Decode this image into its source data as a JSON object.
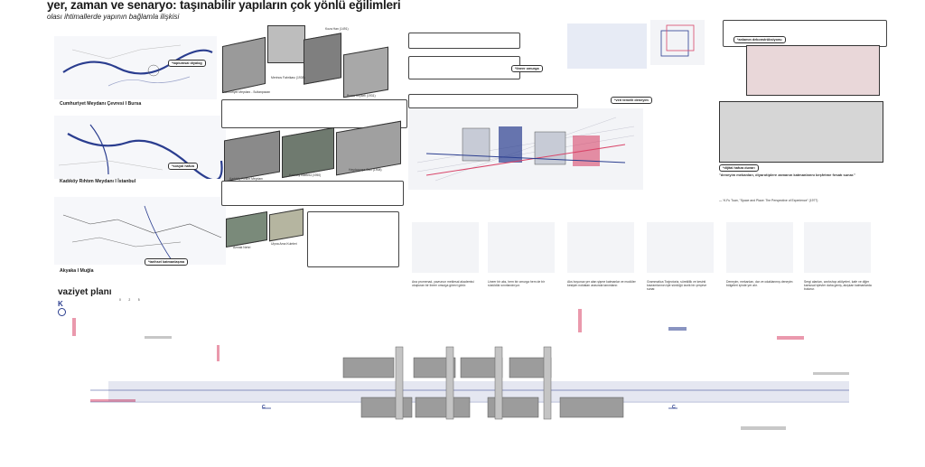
{
  "header": {
    "title": "yer, zaman ve senaryo: taşınabilir yapıların çok yönlü eğilimleri",
    "subtitle": "olası ihtimallerde yapının bağlamla ilişkisi"
  },
  "sites": [
    {
      "label": "Cumhuriyet Meydanı Çevresi I Bursa",
      "tag": "*toplumsal diyalog"
    },
    {
      "label": "Kadıköy Rıhtım Meydanı I İstanbul",
      "tag": "*sosyal hafıza"
    },
    {
      "label": "Akyaka I Muğla",
      "tag": "*tarihsel katmanlaşma"
    }
  ],
  "photos": {
    "row1": [
      "Cumhuriyet Meydanı - Sultanpazarı",
      "Merinos Fabrikası (1938)",
      "Koza Han (1491)",
      "Bursa Heykeli (1931)"
    ],
    "row2": [
      "Kadıköy İskelesi (1950)",
      "Kadıköy Rıhtım Meydanı",
      "Haydarpaşa Garı (1908)"
    ],
    "row3": [
      "Azmak Nehri",
      "Ulyna Ama Kuleleri"
    ]
  },
  "tags": {
    "lineer": "*lineer omurga",
    "veri": "*veri temelli deneyim",
    "arka": "*anlamın dekonstrüksiyonu",
    "dijital": "*dijital hafıza duvarı"
  },
  "steps": [
    "Ana promenad, yavrunun meklesal akademisi oluşturan bir lineer omurga görevi görür.",
    "Lineer bir aks, hem bir omurga hem de bir süzüldük sınırlandırıyor.",
    "Aks boyunca yer alan şişme katmanlar ve modüler kesişim noktaları arasında tanımlanır.",
    "Grammatica Trajectoria, süreklilik ve kesinti kavramlarının işle sürdüğü izorik bir çerçeve sunar.",
    "Deneyim, mekanları, dar ve odaklanmış deneyim bölgeleri içinde yer alır.",
    "Sergi alanları, workshop atölyeleri, kafe ve diğer kamusal işlevler daha geniş, akışkan katmanlarda bulunur."
  ],
  "quote": "\"deneyim mekanları, diyarotiplere zamanın katmanlarını keşfetme fırsatı sunar.\"",
  "quote_source": "— Yi-Fu Tuan, \"Space and Place: The Perspective of Experience\" (1977)",
  "site_plan": {
    "title": "vaziyet planı",
    "scale": [
      "0",
      "2",
      "5"
    ],
    "section_marks": [
      "C",
      "C"
    ],
    "north": "K"
  },
  "colors": {
    "blue": "#2a3d8f",
    "red": "#d9466a",
    "grey": "#9a9a9a"
  }
}
